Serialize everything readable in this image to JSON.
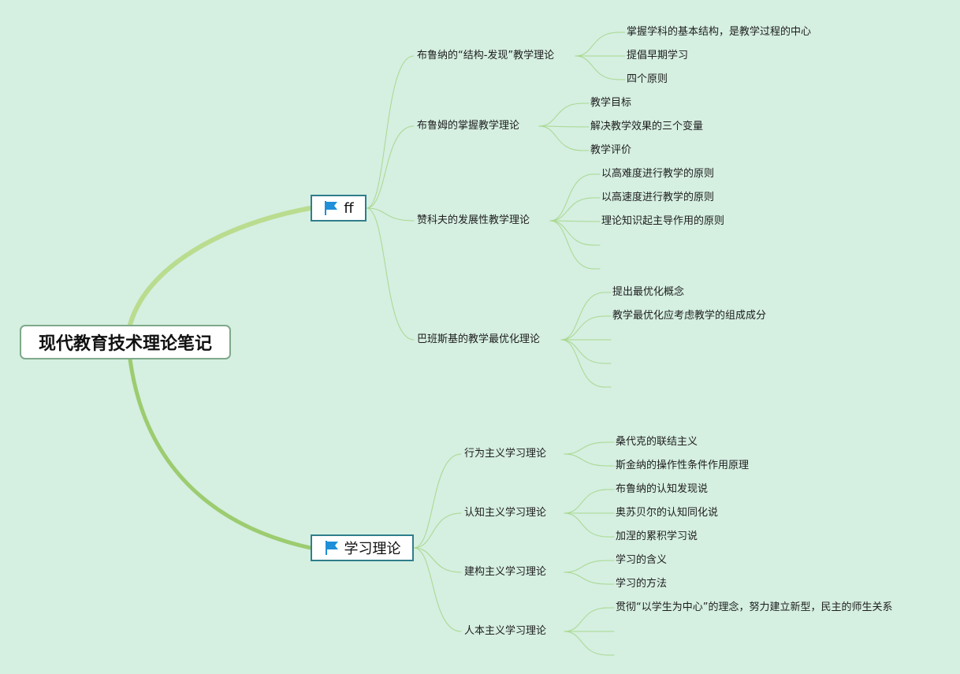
{
  "root": {
    "label": "现代教育技术理论笔记"
  },
  "topics": [
    {
      "label": "ff",
      "icon": "blue-flag-icon",
      "branches": [
        {
          "label": "布鲁纳的“结构-发现”教学理论",
          "leaves": [
            "掌握学科的基本结构，是教学过程的中心",
            "提倡早期学习",
            "四个原则"
          ]
        },
        {
          "label": "布鲁姆的掌握教学理论",
          "leaves": [
            "教学目标",
            "解决教学效果的三个变量",
            "教学评价"
          ]
        },
        {
          "label": "赞科夫的发展性教学理论",
          "leaves": [
            "以高难度进行教学的原则",
            "以高速度进行教学的原则",
            "理论知识起主导作用的原则",
            ""
          ]
        },
        {
          "label": "巴班斯基的教学最优化理论",
          "leaves": [
            "提出最优化概念",
            "教学最优化应考虑教学的组成成分",
            "",
            "",
            ""
          ]
        }
      ]
    },
    {
      "label": "学习理论",
      "icon": "blue-flag-icon",
      "branches": [
        {
          "label": "行为主义学习理论",
          "leaves": [
            "桑代克的联结主义",
            "斯金纳的操作性条件作用原理"
          ]
        },
        {
          "label": "认知主义学习理论",
          "leaves": [
            "布鲁纳的认知发现说",
            "奥苏贝尔的认知同化说",
            "加涅的累积学习说"
          ]
        },
        {
          "label": "建构主义学习理论",
          "leaves": [
            "学习的含义",
            "学习的方法"
          ]
        },
        {
          "label": "人本主义学习理论",
          "leaves": [
            "贯彻“以学生为中心”的理念，努力建立新型，民主的师生关系",
            "",
            ""
          ]
        }
      ]
    }
  ],
  "colors": {
    "background": "#d5efe1",
    "main_connector": "#b9dc8e",
    "thin_connector": "#a9d88e",
    "topic_border": "#2f7e8c",
    "flag": "#1e8fd8"
  }
}
